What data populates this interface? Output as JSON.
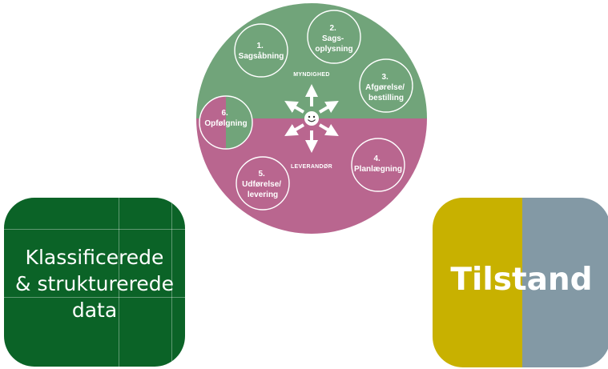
{
  "cycle": {
    "top_label": "MYNDIGHED",
    "bottom_label": "LEVERANDØR",
    "face": "☺",
    "colors": {
      "top": "#71a47a",
      "bottom": "#b9668f",
      "ring": "#ffffff"
    },
    "steps": [
      {
        "num": "1.",
        "lines": [
          "Sagsåbning"
        ]
      },
      {
        "num": "2.",
        "lines": [
          "Sags-",
          "oplysning"
        ]
      },
      {
        "num": "3.",
        "lines": [
          "Afgørelse/",
          "bestilling"
        ]
      },
      {
        "num": "4.",
        "lines": [
          "Planlægning"
        ]
      },
      {
        "num": "5.",
        "lines": [
          "Udførelse/",
          "levering"
        ]
      },
      {
        "num": "6.",
        "lines": [
          "Opfølgning"
        ]
      }
    ]
  },
  "card_data": {
    "lines": [
      "Klassificerede",
      "& strukturerede",
      "data"
    ],
    "color": "#0b6327"
  },
  "card_status": {
    "label": "Tilstand",
    "colors": {
      "left": "#c8b100",
      "right": "#8399a5"
    }
  }
}
